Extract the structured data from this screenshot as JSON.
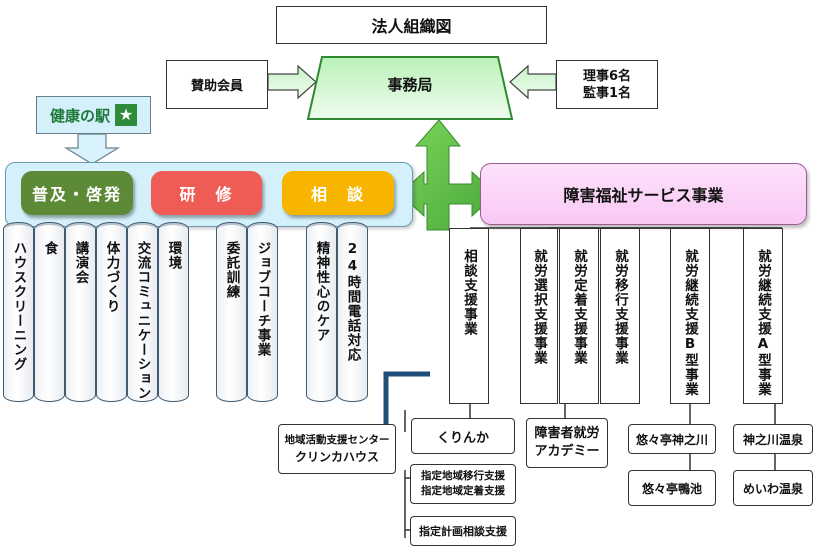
{
  "title": "法人組織図",
  "sponsor": "賛助会員",
  "secretariat": "事務局",
  "board": [
    "理事6名",
    "監事1名"
  ],
  "kenko": {
    "label": "健康の駅"
  },
  "categories": {
    "fukyu": "普及・啓発",
    "kenshu": "研　修",
    "sodan": "相　談"
  },
  "services_header": "障害福祉サービス事業",
  "activities": [
    "ハウスクリーニング",
    "食",
    "講演会",
    "体力づくり",
    "交流コミュニケーション",
    "環境",
    "委託訓練",
    "ジョブコーチ事業",
    "精神性心のケア",
    "24時間電話対応"
  ],
  "services": [
    "相談支援事業",
    "就労選択支援事業",
    "就労定着支援事業",
    "就労移行支援事業",
    "就労継続支援B型事業",
    "就労継続支援A型事業"
  ],
  "facilities": {
    "center": [
      "地域活動支援センター",
      "クリンカハウス"
    ],
    "kurinka": "くりんか",
    "shitei": [
      "指定地域移行支援",
      "指定地域定着支援"
    ],
    "keikaku": "指定計画相談支援",
    "academy": [
      "障害者就労",
      "アカデミー"
    ],
    "kamino": "悠々亭神之川",
    "kamo": "悠々亭鴨池",
    "onsen1": "神之川温泉",
    "onsen2": "めいわ温泉"
  },
  "colors": {
    "green": "#5c8a37",
    "red": "#ef5b55",
    "amber": "#f7b500",
    "mint": "#caf5c7",
    "lightblue": "#d4f1fb",
    "pink": "#fde0fb",
    "star": "#2e8b3a"
  }
}
